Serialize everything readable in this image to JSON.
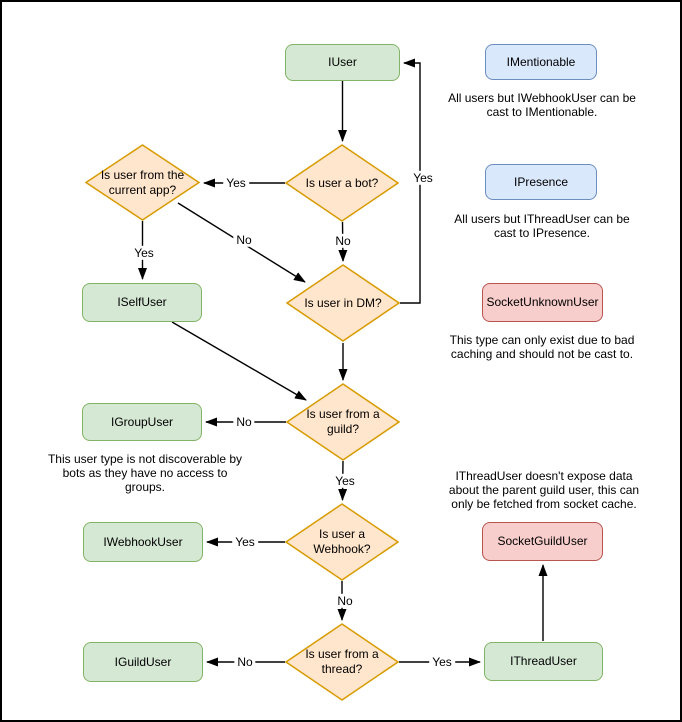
{
  "diagram": {
    "description": "Flowchart for resolving Discord user types",
    "colors": {
      "background": "#ffffff",
      "canvas_border": "#000000",
      "edge": "#000000",
      "text": "#000000",
      "class_green_fill": "#d5e8d4",
      "class_green_stroke": "#82b366",
      "interface_blue_fill": "#dae8fc",
      "interface_blue_stroke": "#6c8ebf",
      "socket_red_fill": "#f8cecc",
      "socket_red_stroke": "#b85450",
      "decision_orange_fill": "#ffe6cc",
      "decision_orange_stroke": "#d79b00"
    },
    "nodes": {
      "iuser": {
        "label": "IUser",
        "color": "green"
      },
      "imentionable": {
        "label": "IMentionable",
        "color": "blue"
      },
      "ipresence": {
        "label": "IPresence",
        "color": "blue"
      },
      "socketunknownuser": {
        "label": "SocketUnknownUser",
        "color": "red"
      },
      "iselfuser": {
        "label": "ISelfUser",
        "color": "green"
      },
      "igroupuser": {
        "label": "IGroupUser",
        "color": "green"
      },
      "iwebhookuser": {
        "label": "IWebhookUser",
        "color": "green"
      },
      "iguilduser": {
        "label": "IGuildUser",
        "color": "green"
      },
      "ithreaduser": {
        "label": "IThreadUser",
        "color": "green"
      },
      "socketguilduser": {
        "label": "SocketGuildUser",
        "color": "red"
      }
    },
    "decisions": {
      "is_bot": {
        "label": "Is user a bot?"
      },
      "is_current_app": {
        "label": "Is user from the current app?"
      },
      "is_dm": {
        "label": "Is user in DM?"
      },
      "is_guild": {
        "label": "Is user from a guild?"
      },
      "is_webhook": {
        "label": "Is user a Webhook?"
      },
      "is_thread": {
        "label": "Is user from a thread?"
      }
    },
    "edges": [
      {
        "from": "iuser",
        "to": "is_bot",
        "label": ""
      },
      {
        "from": "is_bot",
        "to": "is_current_app",
        "label": "Yes"
      },
      {
        "from": "is_bot",
        "to": "is_dm",
        "label": "No"
      },
      {
        "from": "is_current_app",
        "to": "iselfuser",
        "label": "Yes"
      },
      {
        "from": "is_current_app",
        "to": "is_dm",
        "label": "No"
      },
      {
        "from": "is_dm",
        "to": "iuser",
        "label": "Yes"
      },
      {
        "from": "iselfuser",
        "to": "is_guild",
        "label": ""
      },
      {
        "from": "is_dm",
        "to": "is_guild",
        "label": ""
      },
      {
        "from": "is_guild",
        "to": "igroupuser",
        "label": "No"
      },
      {
        "from": "is_guild",
        "to": "is_webhook",
        "label": "Yes"
      },
      {
        "from": "is_webhook",
        "to": "iwebhookuser",
        "label": "Yes"
      },
      {
        "from": "is_webhook",
        "to": "is_thread",
        "label": "No"
      },
      {
        "from": "is_thread",
        "to": "iguilduser",
        "label": "No"
      },
      {
        "from": "is_thread",
        "to": "ithreaduser",
        "label": "Yes"
      },
      {
        "from": "ithreaduser",
        "to": "socketguilduser",
        "label": ""
      }
    ],
    "annotations": {
      "imentionable_note": "All users but IWebhookUser can be cast to IMentionable.",
      "ipresence_note": "All users but IThreadUser can be cast to IPresence.",
      "socketunknownuser_note": "This type can only exist due to bad caching and should not be cast to.",
      "igroupuser_note": "This user type is not discoverable by bots as they have no access to groups.",
      "ithreaduser_note": "IThreadUser doesn't expose data about the parent guild user, this can only be fetched from socket cache."
    }
  }
}
